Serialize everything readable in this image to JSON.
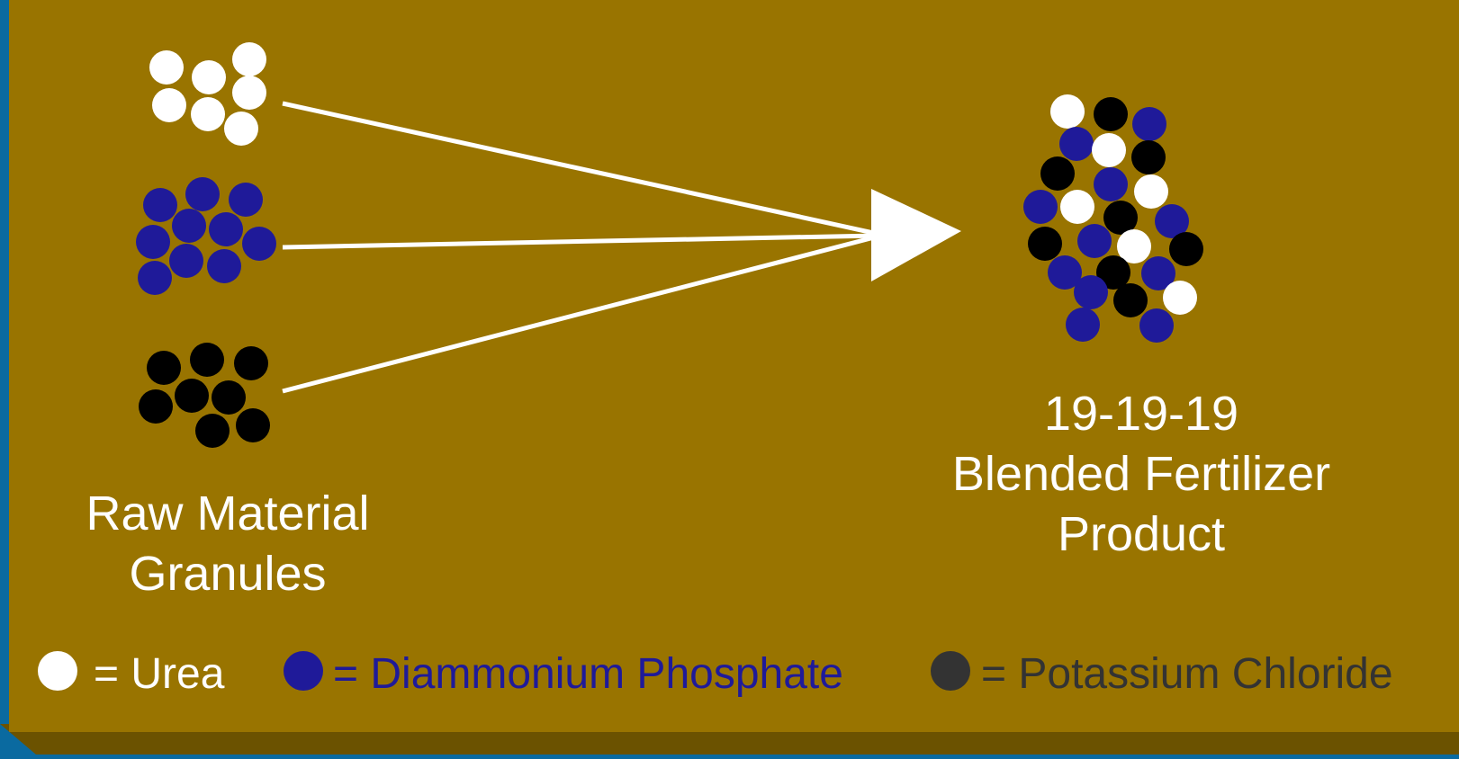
{
  "colors": {
    "background_outer": "#0a6aa0",
    "panel": "#997400",
    "panel_bottom": "#6b5200",
    "urea": "#ffffff",
    "dap": "#1f1a99",
    "kcl": "#000000",
    "kcl_legend": "#333333",
    "label_text": "#ffffff",
    "arrow": "#ffffff"
  },
  "raw_label": {
    "line1": "Raw Material",
    "line2": "Granules"
  },
  "product_label": {
    "line1": "19-19-19",
    "line2": "Blended Fertilizer",
    "line3": "Product"
  },
  "legend": {
    "urea": "= Urea",
    "dap": "= Diammonium Phosphate",
    "kcl": "= Potassium Chloride"
  }
}
